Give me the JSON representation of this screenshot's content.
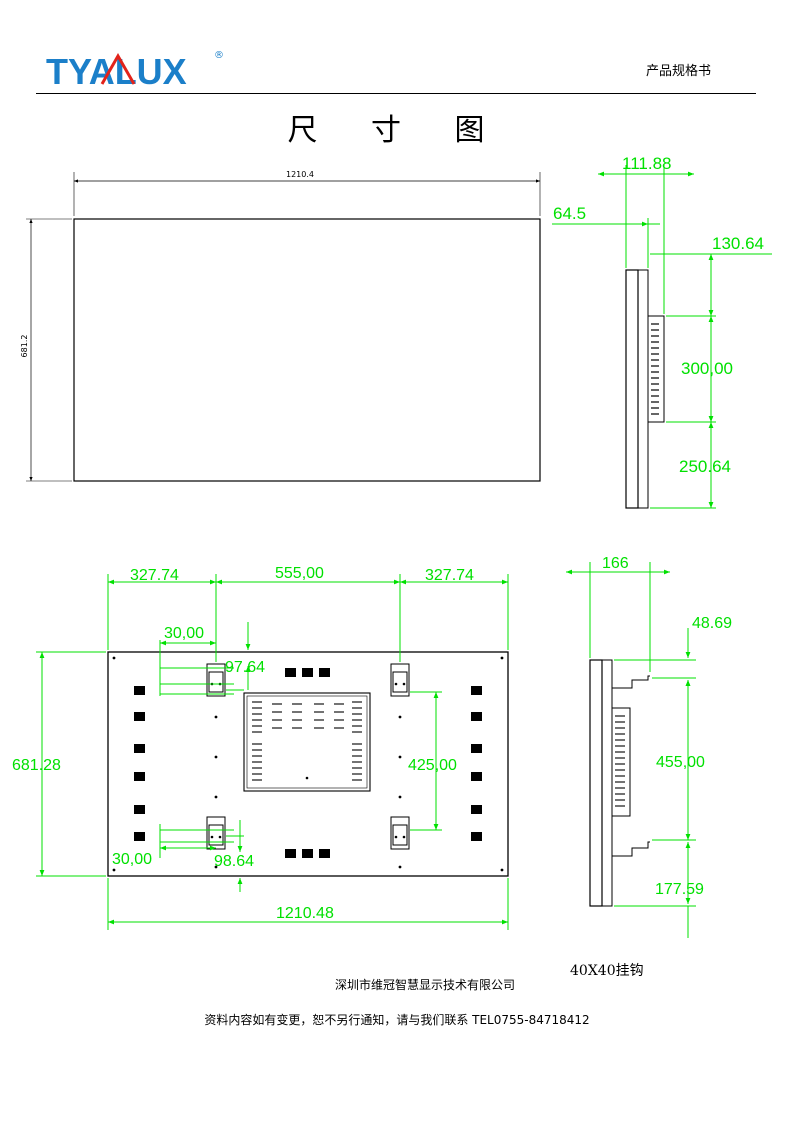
{
  "header": {
    "logo_text": "TYALUX",
    "registered_mark": "®",
    "doc_type": "产品规格书"
  },
  "title": "尺 寸 图",
  "front_view": {
    "width": "1210.4",
    "height": "681.2"
  },
  "side_view": {
    "depth_total": "111.88",
    "depth_front": "64.5",
    "top_offset": "130.64",
    "box_height": "300,00",
    "bottom_offset": "250.64"
  },
  "rear_view": {
    "left_spacing": "327.74",
    "center_spacing": "555,00",
    "right_spacing": "327.74",
    "top_bracket_gap": "30,00",
    "top_bracket_offset": "97.64",
    "bracket_vertical": "425,00",
    "height": "681.28",
    "bottom_bracket_gap": "30,00",
    "bottom_bracket_offset": "98.64",
    "width": "1210.48"
  },
  "mount_view": {
    "depth": "166",
    "top_offset": "48.69",
    "hook_spacing": "455,00",
    "bottom_offset": "177.59",
    "caption": "40X40挂钩"
  },
  "footer": {
    "company": "深圳市维冠智慧显示技术有限公司",
    "note": "资料内容如有变更，恕不另行通知，请与我们联系  TEL0755-84718412"
  },
  "colors": {
    "dimension": "#00e000",
    "brand_blue": "#1b7fc9",
    "brand_red": "#e2231a"
  }
}
